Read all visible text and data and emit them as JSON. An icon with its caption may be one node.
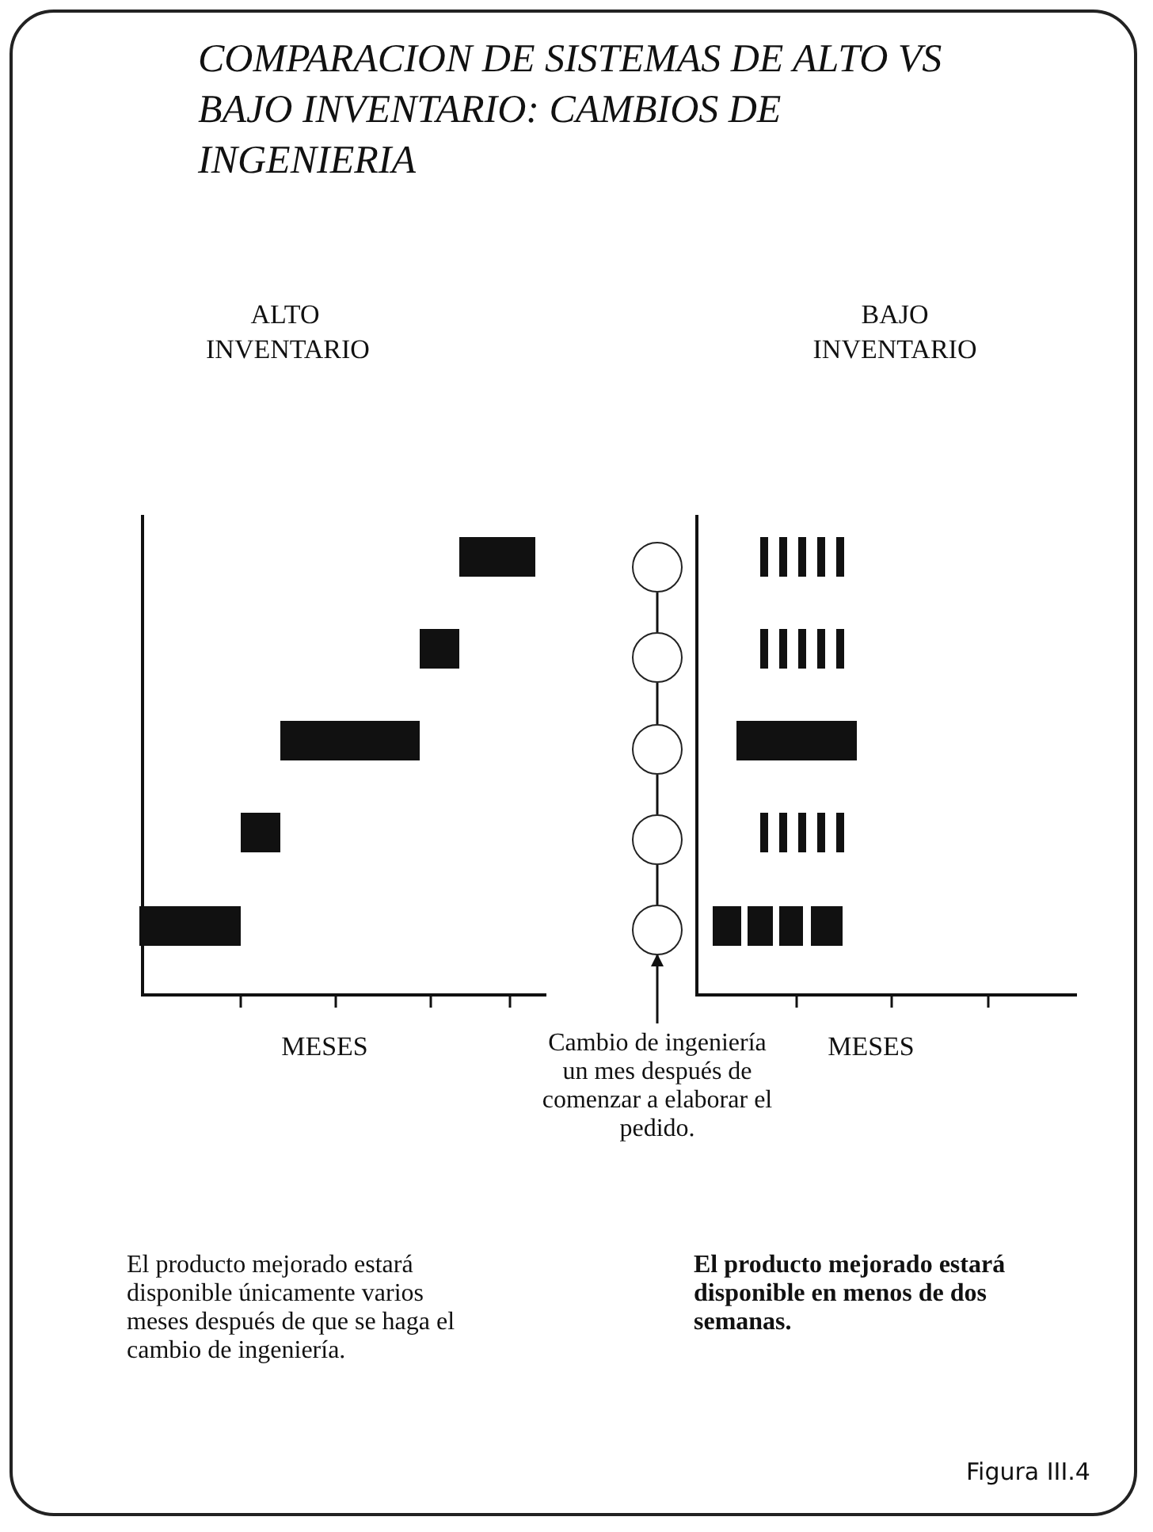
{
  "diagram": {
    "title": "COMPARACION DE SISTEMAS DE ALTO VS BAJO INVENTARIO: CAMBIOS DE INGENIERIA",
    "nodes": [
      {
        "text": [],
        "shape": "circle"
      },
      {
        "text": [],
        "shape": "circle"
      },
      {
        "text": [],
        "shape": "circle"
      },
      {
        "text": [],
        "shape": "circle"
      },
      {
        "text": [],
        "shape": "circle"
      },
      {
        "text": [
          "Cambio de ingeniería un mes después de comenzar a elaborar el pedido."
        ]
      }
    ],
    "edges": [
      {
        "from": 0,
        "to": 1,
        "arrow": "none"
      },
      {
        "from": 1,
        "to": 2,
        "arrow": "none"
      },
      {
        "from": 2,
        "to": 3,
        "arrow": "none"
      },
      {
        "from": 3,
        "to": 4,
        "arrow": "none"
      },
      {
        "from": 5,
        "to": 4,
        "arrow": "to"
      }
    ],
    "labels": [
      "ALTO INVENTARIO",
      "BAJO INVENTARIO",
      "MESES",
      "MESES",
      "El producto mejorado estará disponible únicamente varios meses después de que se haga el cambio de ingeniería.",
      "El producto mejorado estará disponible en menos de dos semanas.",
      "Figura III.4"
    ]
  }
}
